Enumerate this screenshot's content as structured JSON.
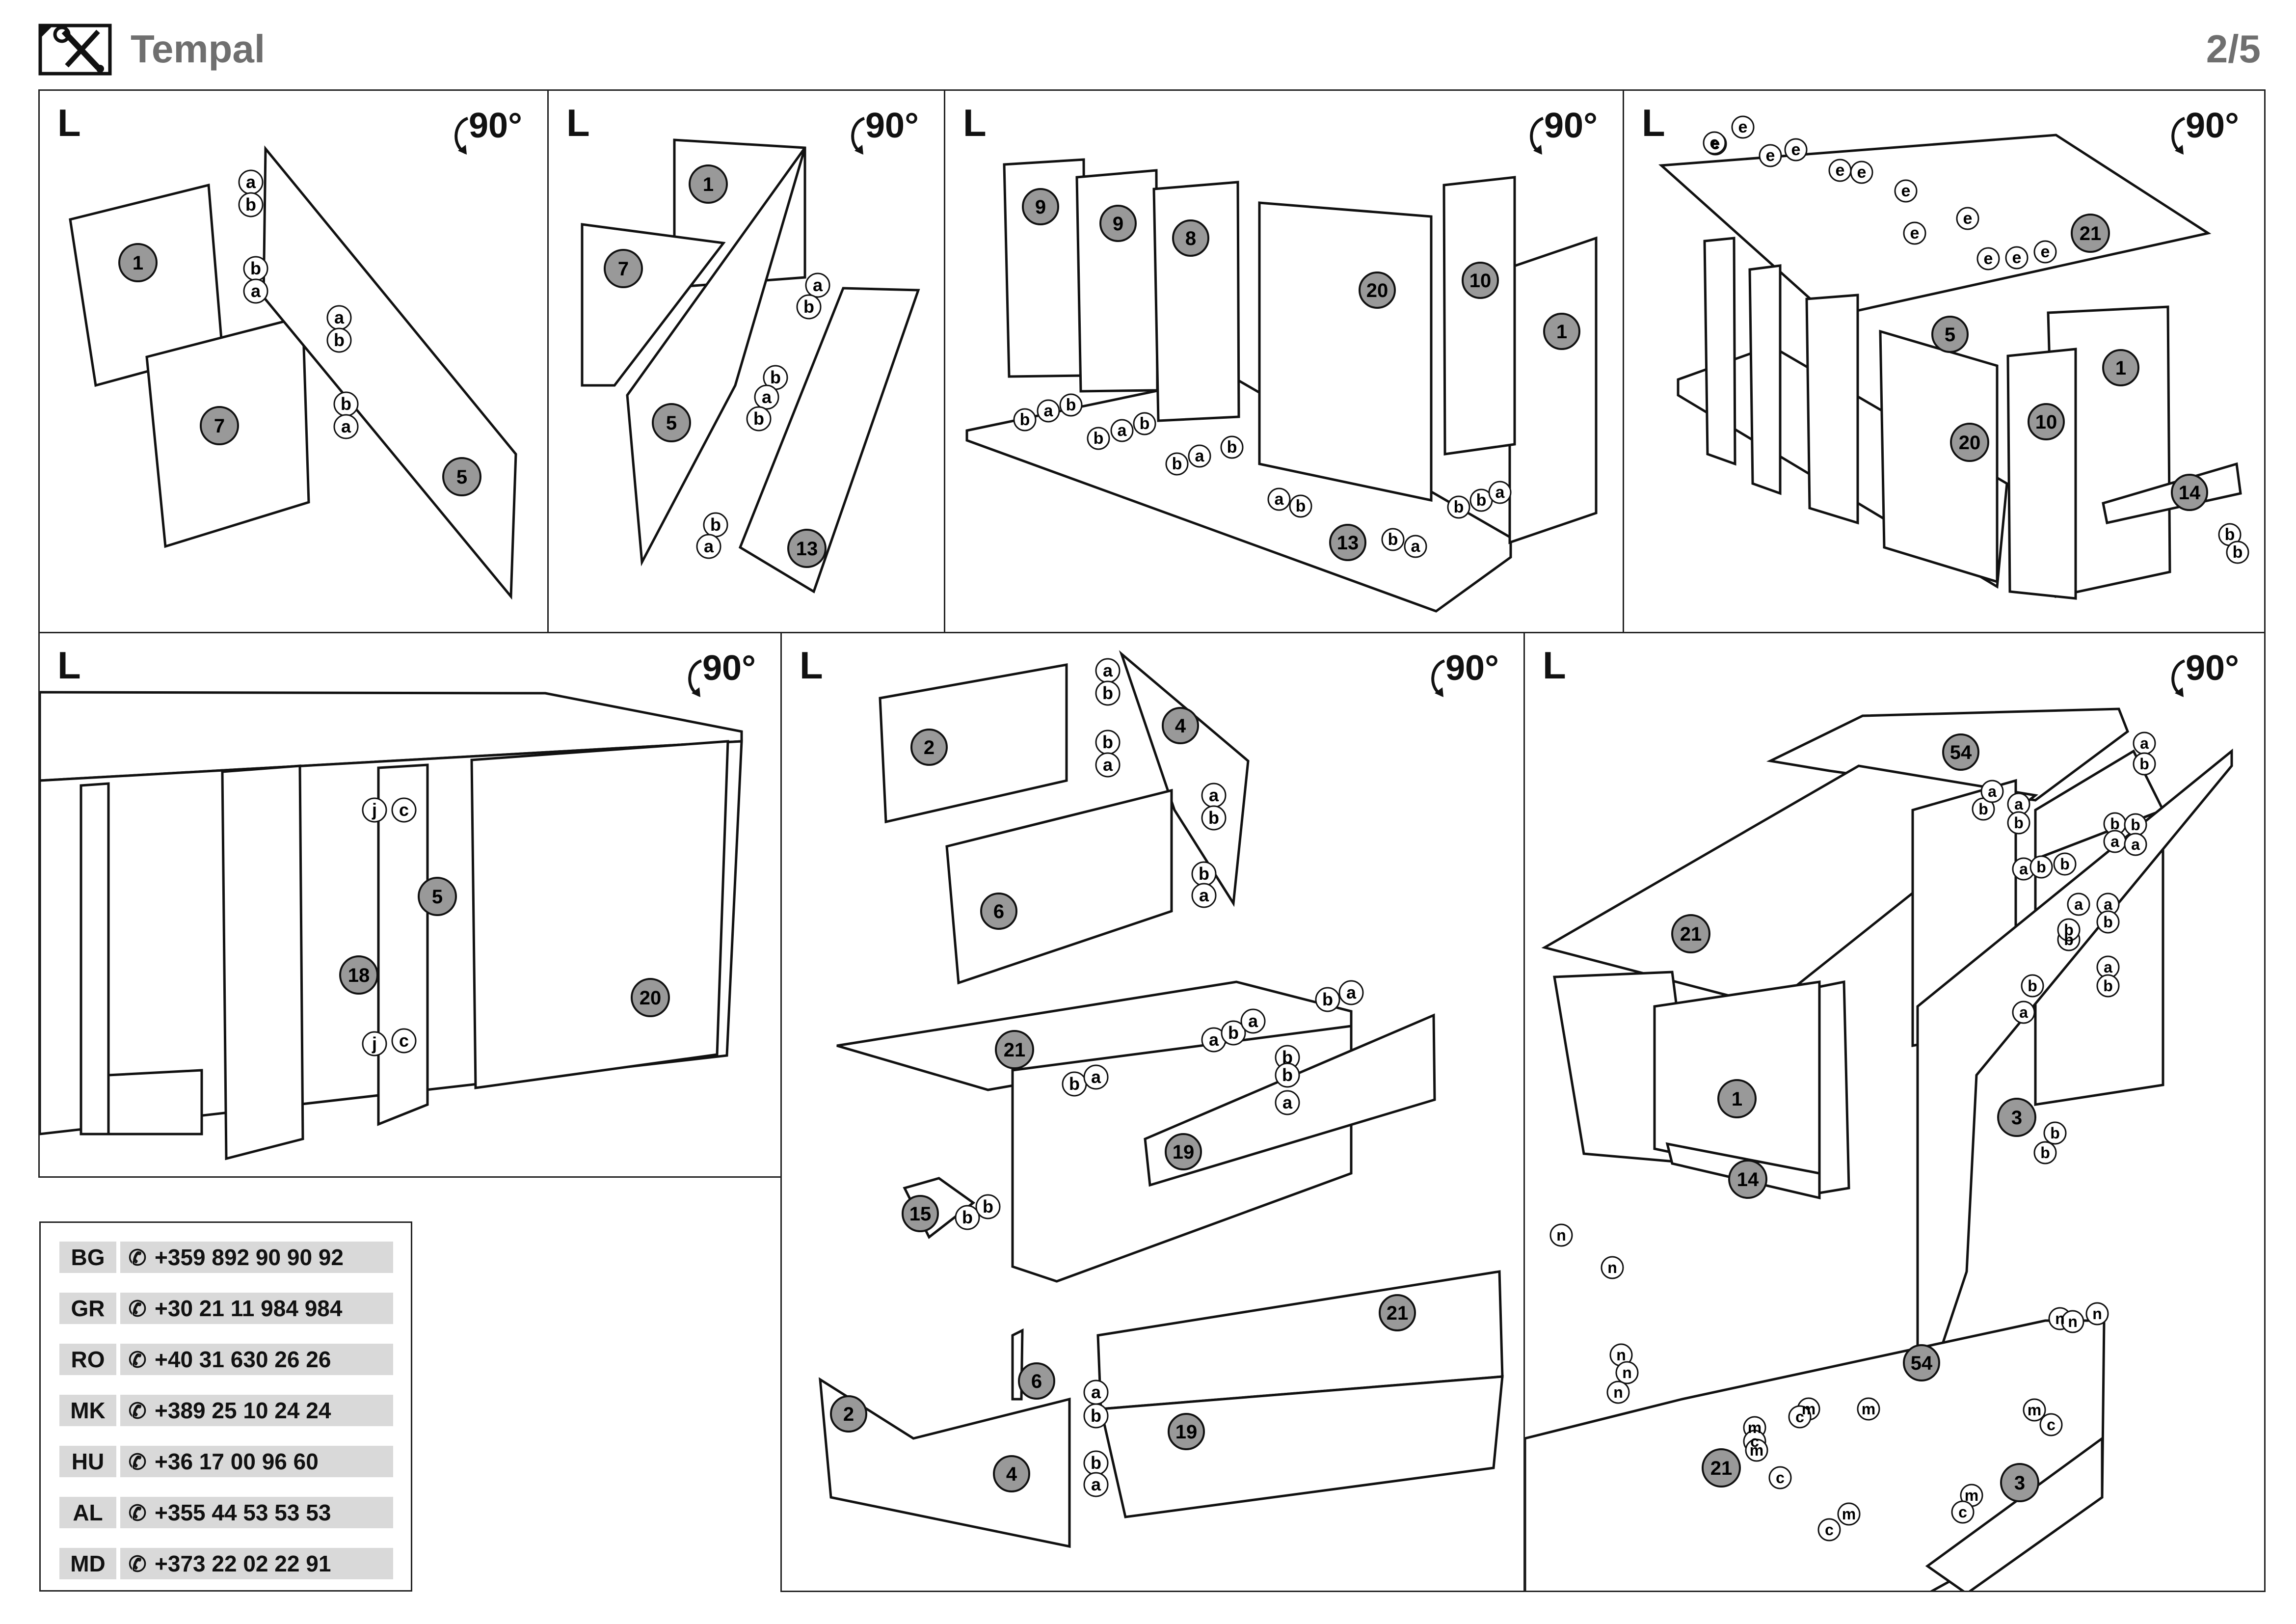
{
  "header": {
    "title": "Tempal",
    "page": "2/5",
    "icon": "tools-icon"
  },
  "step_label": "L",
  "rotate_label": "90°",
  "steps": [
    {
      "parts": [
        "1",
        "7",
        "5"
      ],
      "connectors": [
        "a",
        "b",
        "b",
        "a",
        "a",
        "b",
        "b",
        "a"
      ]
    },
    {
      "parts": [
        "1",
        "7",
        "5",
        "13"
      ],
      "connectors": [
        "a",
        "b",
        "b",
        "a",
        "b",
        "b",
        "a"
      ]
    },
    {
      "parts": [
        "9",
        "9",
        "8",
        "20",
        "10",
        "1",
        "13"
      ],
      "connectors": [
        "b",
        "a",
        "b",
        "b",
        "a",
        "b",
        "b",
        "a",
        "b",
        "a",
        "b",
        "b",
        "a",
        "b",
        "b",
        "a"
      ]
    },
    {
      "parts": [
        "21",
        "5",
        "1",
        "20",
        "10",
        "14"
      ],
      "connectors": [
        "e",
        "e",
        "e",
        "e",
        "e",
        "e",
        "e",
        "e",
        "e",
        "e",
        "e",
        "e",
        "e",
        "b",
        "b"
      ]
    },
    {
      "parts": [
        "5",
        "18",
        "20"
      ],
      "connectors": [
        "j",
        "c",
        "j",
        "c"
      ]
    },
    {
      "parts": [
        "2",
        "4",
        "6",
        "21",
        "19",
        "15",
        "21",
        "19",
        "2",
        "6",
        "4"
      ],
      "connectors": [
        "a",
        "b",
        "b",
        "a",
        "a",
        "b",
        "b",
        "a",
        "b",
        "a",
        "a",
        "b",
        "a",
        "b",
        "b",
        "a",
        "b",
        "a",
        "b",
        "b",
        "a",
        "b",
        "b",
        "a"
      ]
    },
    {
      "parts": [
        "54",
        "21",
        "1",
        "14",
        "3",
        "54",
        "21",
        "3"
      ],
      "connectors": [
        "a",
        "b",
        "b",
        "a",
        "a",
        "b",
        "b",
        "a",
        "b",
        "a",
        "a",
        "b",
        "b",
        "a",
        "b",
        "b",
        "a",
        "b",
        "a",
        "b",
        "b",
        "a",
        "b",
        "b",
        "n",
        "n",
        "n",
        "n",
        "n",
        "n",
        "n",
        "n",
        "m",
        "c",
        "m",
        "c",
        "m",
        "m",
        "c",
        "c",
        "m",
        "m",
        "c",
        "m",
        "c",
        "m",
        "c"
      ]
    }
  ],
  "support": {
    "icon": "phone-icon",
    "rows": [
      {
        "code": "BG",
        "phone": "+359 892 90 90 92"
      },
      {
        "code": "GR",
        "phone": "+30 21 11 984 984"
      },
      {
        "code": "RO",
        "phone": "+40 31 630 26 26"
      },
      {
        "code": "MK",
        "phone": "+389 25 10 24 24"
      },
      {
        "code": "HU",
        "phone": "+36 17 00 96 60"
      },
      {
        "code": "AL",
        "phone": "+355 44 53 53 53"
      },
      {
        "code": "MD",
        "phone": "+373 22 02 22 91"
      }
    ]
  }
}
